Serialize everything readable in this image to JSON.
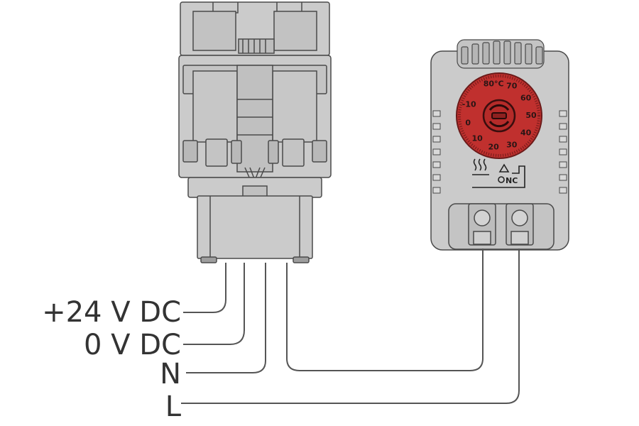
{
  "labels": {
    "plus24vdc": "+24 V DC",
    "zerovdc": "0 V DC",
    "neutral": "N",
    "line": "L"
  },
  "thermostat": {
    "scale": [
      "-10",
      "0",
      "10",
      "20",
      "30",
      "40",
      "50",
      "60",
      "70",
      "80°C"
    ],
    "contact_marking": "NC"
  },
  "colors": {
    "housing": "#cbcbcb",
    "outline": "#4a4a4a",
    "dial": "#c0302e",
    "wire": "#555555"
  }
}
